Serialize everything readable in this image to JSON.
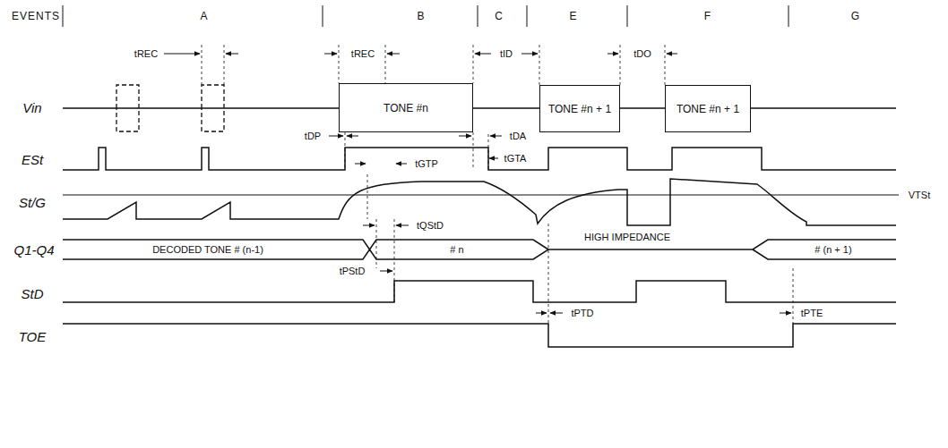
{
  "diagram": {
    "nodes": [
      {
        "text": [
          "TONE #n"
        ]
      },
      {
        "text": [
          "TONE #n + 1"
        ]
      },
      {
        "text": [
          "TONE #n + 1"
        ]
      }
    ],
    "labels": [
      "EVENTS",
      "A",
      "B",
      "C",
      "E",
      "F",
      "G",
      "tREC",
      "tREC",
      "tID",
      "tDO",
      "Vin",
      "tDP",
      "tDA",
      "ESt",
      "tGTP",
      "tGTA",
      "St/G",
      "VTSt",
      "Q1-Q4",
      "DECODED TONE # (n-1)",
      "tQStD",
      "# n",
      "HIGH IMPEDANCE",
      "# (n + 1)",
      "tPStD",
      "StD",
      "tPTD",
      "tPTE",
      "TOE"
    ]
  }
}
